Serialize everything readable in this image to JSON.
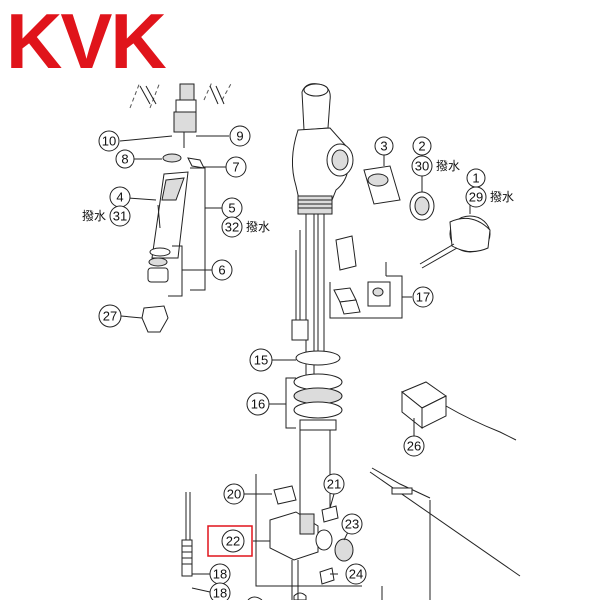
{
  "brand": {
    "logo_text": "KVK",
    "logo_color": "#e0141b"
  },
  "highlight_color": "#e0141b",
  "labels": {
    "n1": "1",
    "n2": "2",
    "n3": "3",
    "n4": "4",
    "n5": "5",
    "n6": "6",
    "n7": "7",
    "n8": "8",
    "n9": "9",
    "n10": "10",
    "n15": "15",
    "n16": "16",
    "n17": "17",
    "n18a": "18",
    "n18b": "18",
    "n20": "20",
    "n21": "21",
    "n22": "22",
    "n23": "23",
    "n24": "24",
    "n26": "26",
    "n27": "27",
    "n29": "29",
    "n30": "30",
    "n31": "31",
    "n32": "32"
  },
  "notes": {
    "water_repellent_29": "撥水",
    "water_repellent_30": "撥水",
    "water_repellent_31": "撥水",
    "water_repellent_32": "撥水"
  }
}
